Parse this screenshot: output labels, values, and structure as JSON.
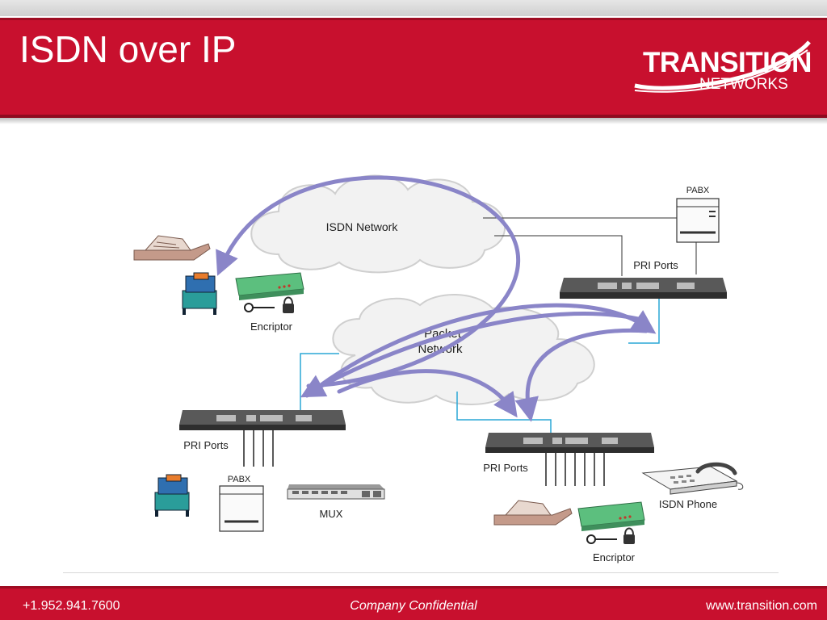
{
  "slide": {
    "title": "ISDN over IP"
  },
  "logo": {
    "main": "TRANSITION",
    "sub": "NETWORKS"
  },
  "diagram": {
    "isdn_cloud_label": "ISDN Network",
    "packet_cloud_label_line1": "Packet",
    "packet_cloud_label_line2": "Network",
    "pbx_top_label": "PABX",
    "pri_top_label": "PRI Ports",
    "pri_left_label": "PRI Ports",
    "pri_right_label": "PRI Ports",
    "encriptor_top_label": "Encriptor",
    "encriptor_bottom_label": "Encriptor",
    "pbx_bottom_label": "PABX",
    "mux_label": "MUX",
    "isdn_phone_label": "ISDN Phone"
  },
  "colors": {
    "header": "#c8102e",
    "arrow": "#8a85c8",
    "link_cyan": "#2aa7d6",
    "cloud_fill": "#f2f2f2",
    "cloud_stroke": "#cfcfcf",
    "encriptor_green": "#5cbf7e"
  },
  "footer": {
    "phone": "+1.952.941.7600",
    "center": "Company Confidential",
    "url": "www.transition.com"
  }
}
